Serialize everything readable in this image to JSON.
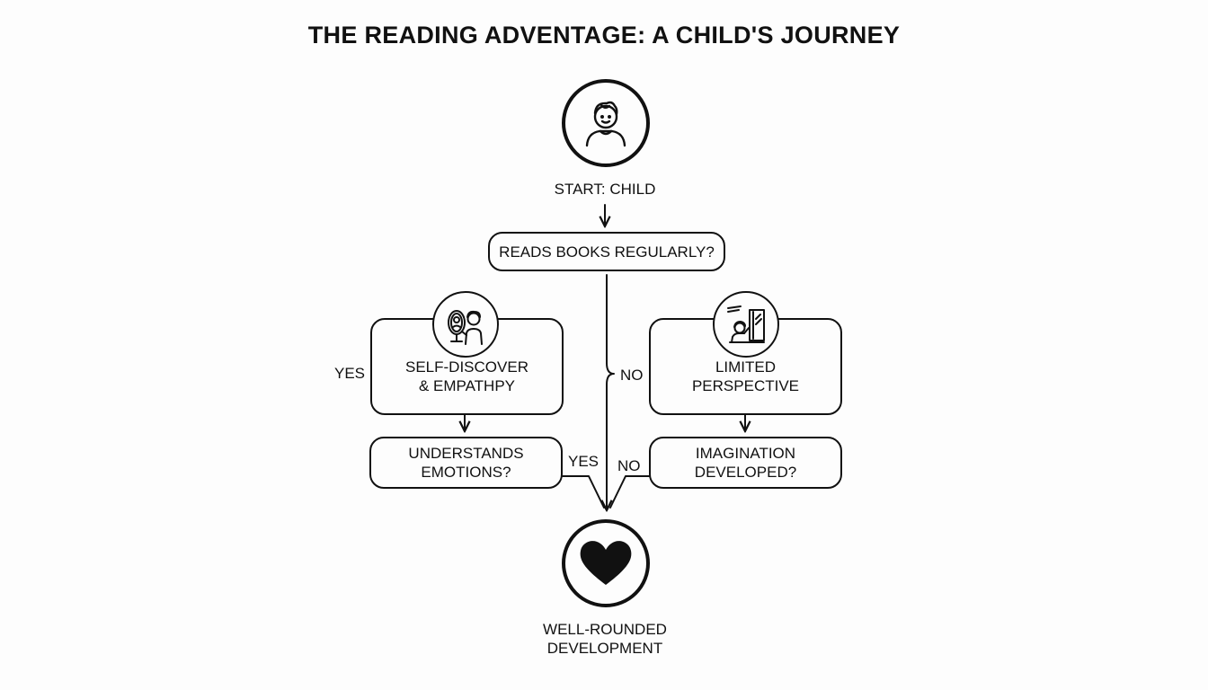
{
  "title": "THE READING ADVENTAGE: A CHILD'S JOURNEY",
  "start": {
    "label": "START: CHILD",
    "icon": "child-icon"
  },
  "decision_main": {
    "label": "READS BOOKS REGULARLY?"
  },
  "yes_branch": {
    "edge_label": "YES",
    "box_line1": "SELF-DISCOVER",
    "box_line2": "& EMPATHPY",
    "icon": "child-mirror-icon",
    "question_line1": "UNDERSTANDS",
    "question_line2": "EMOTIONS?",
    "question_edge_label": "YES"
  },
  "middle": {
    "edge_label": "NO"
  },
  "no_branch": {
    "box_line1": "LIMITED",
    "box_line2": "PERSPECTIVE",
    "icon": "child-window-icon",
    "question_line1": "IMAGINATION",
    "question_line2": "DEVELOPED?",
    "question_edge_label": "NO"
  },
  "end": {
    "label_line1": "WELL-ROUNDED",
    "label_line2": "DEVELOPMENT",
    "icon": "heart-icon"
  },
  "colors": {
    "stroke": "#111111",
    "background": "#fdfdfd"
  }
}
